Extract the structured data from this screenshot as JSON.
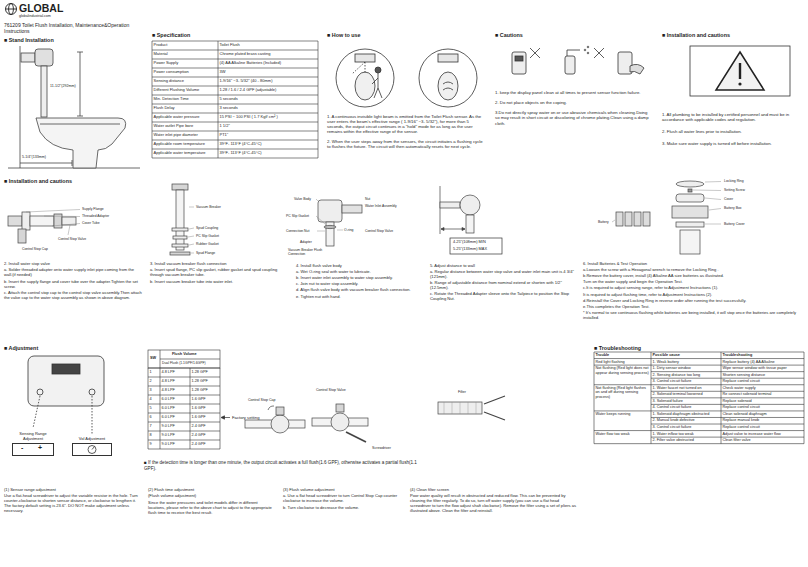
{
  "diagram": {
    "title": "761209 Toilet Flush Installation, Maintenance&Operation Instructions",
    "nodes": [
      {
        "text": [
          "Sensing Range Adjustment"
        ]
      },
      {
        "text": [
          "Vol Adjustment"
        ]
      }
    ],
    "labels": [
      "GLOBAL",
      "globalindustrial.com",
      "■ Stand Installation",
      "11-1/2\"(292mm)",
      "5-1/4\"(133mm)",
      "■ Specification",
      "Product",
      "Toilet Flush",
      "Material",
      "Chrome plated brass casting",
      "Power Supply",
      "(4) AA Alkaline Batteries (Included)",
      "Power consumption",
      "3W",
      "Sensing distance",
      "1-9/16\" ~3- 5/32\" (40 - 80mm)",
      "Different Flushing Volume",
      "1.28 / 1.6 / 2.4 GPF (adjustable)",
      "Min. Detection Time",
      "5 seconds",
      "Flush Delay",
      "3 seconds",
      "Applicable water pressure",
      "15 PSI ~ 100 PSI ( 1.7 Kgf/ cm² )",
      "Water outlet Pipe bore",
      "1 1/2\"",
      "Water inlet pipe diameter",
      "PT1\"",
      "Applicable room temperature",
      "39°F- 113°F (4°C-45°C)",
      "Applicable water temperature",
      "39°F- 113°F (4°C-45°C)",
      "■ How to use",
      "1. A continuous invisible light beam is emitted from the Toilet Flush sensor. As the user enters the beam's effective range ( 1-9/16\" ~3- 5/32\"), for more than 5 seconds, the output circuit continues in a \"hold\" mode for as long as the user remains within the effective range of the sensor.",
      "2. When the user steps away from the sensors, the circuit initiates a flushing cycle to flushes the fixture. The circuit will then automatically resets for next cycle.",
      "■ Cautions",
      "1. keep the display panel clean at all times to present sensor function failure.",
      "2. Do not place objects on the coping.",
      "3.Do not directly spray water on or use abrasive chemicals when cleaning.Doing so may result in short circuit or discoloring of chrome plating.Clean using a damp cloth.",
      "■ Installation and cautions",
      "1. All plumbing to be installed by certified personnel and must be in accordance with applicable codes and regulation.",
      "2. Flush all water lines prior to installation.",
      "3. Make sure water supply is turned off before installation.",
      "■ Installation and cautions",
      "Supply Flange",
      "Threaded Adapter",
      "Cover Tube",
      "Control Stop Valve",
      "Control Stop Cap",
      "2. Install water stop valve",
      "a. Solder threaded adapter onto water supply inlet pipe coming from the wall.(if needed)",
      "b. Insert the supply flange and cover tube over the adapter.Tighten the set screw.",
      "c. Attach the control stop cap to the control stop valve assembly.Then attach the valve cap to the water stop assembly as shown in above diagram.",
      "Vacuum Breaker",
      "Spud Coupling",
      "PC Slip Gasket",
      "Rubber Gasket",
      "Spud Flange",
      "3. Install vacuum breaker flush connection",
      "a. Insert spud flange, PC slip gasket, rubber gasket and spud coupling through vacuum breaker tube.",
      "b. Insert vacuum breaker tube into water inlet.",
      "Valve Body",
      "Nut",
      "Water Inlet Assembly",
      "PC Slip Gasket",
      "O-ring",
      "Connection Nut",
      "Adapter",
      "Control Stop Valve",
      "Vacuum Breaker Flush Connection",
      "4. Install flush valve body",
      "a. Wet O-ring seal with water to lubricate.",
      "b. Insert water inlet assembly to water stop assembly.",
      "c. Join nut to water stop assembly.",
      "d. Align flush valve body with vacuum breaker flush connection.",
      "e. Tighten nut with hand.",
      "4.25\"(108mm) MIN",
      "5.25\"(133mm) MAX",
      "5. Adjust distance to wall",
      "a. Regular distance between water stop valve and water inlet main unit is 4 3/4\" (121mm).",
      "b. Range of adjustable distance from nominal extend or shorten with 1/2\"(12.5mm).",
      "c. Rotate the Threaded Adapter sleeve onto the Tailpiece to position the Stop Coupling Nut.",
      "Locking Ring",
      "Setting Screw",
      "Cover",
      "Battery Box",
      "Battery",
      "Battery Cover",
      "6. Install Batteries & Test Operation",
      "a.Loosen the screw with a Hexagonal wrench to remove the Locking Ring .",
      "b.Remove the battery cover, install (4) Alkaline AA size batteries as illustrated.",
      "Turn on the water supply and begin the Operation Test.",
      "c.It is required to adjust sensing range, refer to Adjustment Instructions (1).",
      "It is required to adjust flushing time, refer to Adjustment Instructions (2).",
      "d.Reinstall the Cover and Locking Ring in reverse order after running the test successfully.",
      "e.This completes the Operation Test.",
      "* It's normal to see continuous flashing while batteries are being installed, it will stop once the batteries are completely installed.",
      "■ Adjustment",
      "-",
      "+",
      "SW",
      "Flush Volume",
      "Dual Flush (1.1GPF/1.6GPF)",
      "1",
      "4.8 LPF",
      "1.28 GPF",
      "2",
      "4.8 LPF",
      "1.28 GPF",
      "3",
      "4.8 LPF",
      "1.28 GPF",
      "4",
      "6.0 LPF",
      "1.6 GPF",
      "5",
      "6.0 LPF",
      "1.6 GPF",
      "6",
      "6.0 LPF",
      "1.6 GPF",
      "7",
      "9.0 LPF",
      "2.4 GPF",
      "8",
      "9.0 LPF",
      "2.4 GPF",
      "9",
      "9.0 LPF",
      "2.4 GPF",
      "Factory setting",
      "Control Stop Cap",
      "Control Stop Valve",
      "Screwdriver",
      "Filter",
      "■ If the detection time is longer than one minute, the output circuit activates a full flush(1.6 GPF), otherwise activates a partial flush(1.1 GPF).",
      "(1) Sensor range adjustment",
      "Use a flat-head screwdriver to adjust the variable resistor in the hole. Turn counter-clockwise to shorten sensor distance, or clockwise to lengthen it. The factory default setting is 23.6\". DO NOT make adjustment unless necessary.",
      "(2) Flush time adjustment",
      "(Flush volume adjustment)",
      "Since the water pressures and toilet models differ in different locations, please refer to the above chart to adjust to the appropriate flush time to receive the best result.",
      "(3) Flush volume adjustment",
      "a. Use a flat head screwdriver to turn Control Stop Cap counter clockwise to increase the volume.",
      "b. Turn clockwise to decrease the volume.",
      "(4) Clean filter screen",
      "Poor water quality will result in obstructed and reduced flow. This can be prevented by cleaning the filter regularly. To do so, turn off water supply (you can use a flat head screwdriver to turn the flow adjust shaft clockwise). Remove the filter using a set of pliers as illustrated above. Clean the filter and reinstall.",
      "■ Troubleshooting",
      "Trouble",
      "Possible cause",
      "Troubleshooting",
      "Red light flashing",
      "1. Weak battery",
      "Replace battery (4) AA Alkaline",
      "Not flushing (Red light does not appear during sensing process)",
      "1. Dirty sensor window",
      "Wipe sensor window with tissue paper",
      "2. Sensing distance too long",
      "Shorten sensing distance",
      "3. Control circuit failure",
      "Replace control circuit",
      "Not flushing (Red light flashes on and off during sensing process)",
      "1. Water faucet not turned on",
      "Check water supply",
      "2. Solenoid terminal loosened",
      "Re connect solenoid terminal",
      "3. Solenoid failure",
      "Replace solenoid",
      "4. Control circuit failure",
      "Replace control circuit",
      "Water keeps running",
      "1. Solenoid diaphragm obstructed",
      "Clean solenoid diaphragm",
      "2. Manual knob defective",
      "Replace manual knob",
      "3. Control circuit failure",
      "Replace control circuit",
      "Water flow too weak",
      "1. Water inflow too weak",
      "Adjust valve to increase water flow",
      "2. Filter valve obstructed",
      "Clean filter valve"
    ]
  }
}
